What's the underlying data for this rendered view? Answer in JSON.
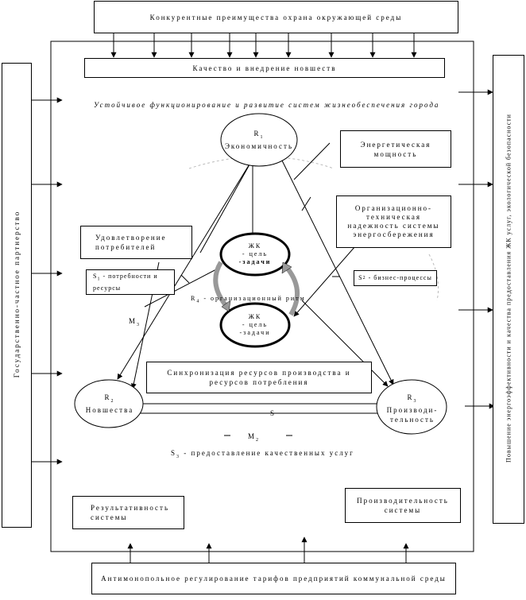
{
  "top_banner": "Конкурентные преимущества охрана окружающей среды",
  "quality_box": "Качество и внедрение новшеств",
  "sustainable_text": "Устойчивое функционирование и развитие систем жизнеобеспечения города",
  "left_side": "Государственно-частное партнерство",
  "right_side": "Повышение энергоэффективности и качества предоставления ЖК услуг, экологической безопасности",
  "bottom_banner": "Антимонопольное регулирование тарифов предприятий коммунальной среды",
  "r1": {
    "label": "R",
    "sub": "1",
    "name": "Экономичность"
  },
  "r2": {
    "label": "R",
    "sub": "2",
    "name": "Новшества"
  },
  "r3": {
    "label": "R",
    "sub": "3",
    "name1": "Производи-",
    "name2": "тельность"
  },
  "energy_box": [
    "Энергетическая",
    "мощность"
  ],
  "org_box": [
    "Организационно-",
    "техническая",
    "надежность системы",
    "энергосбережения"
  ],
  "satisfaction_box": [
    "Удовлетворение",
    "потребителей"
  ],
  "s1_box": {
    "s": "S",
    "sub": "1",
    "text1": "- потребности и",
    "text2": "ресурсы"
  },
  "s2_box": {
    "s": "S",
    "sub": "2",
    "text": "- бизнес-процессы"
  },
  "s3_text": {
    "s": "S",
    "sub": "3",
    "text": " - предоставление качественных услуг"
  },
  "s_label": "S",
  "m1": {
    "m": "M",
    "sub": "3"
  },
  "m2": {
    "m": "M",
    "sub": "2"
  },
  "r4_text": {
    "r": "R",
    "sub": "4",
    "text": " - организационный ритм"
  },
  "zhk1": {
    "title": "ЖК",
    "line1": "- цель",
    "line2": "-задачи"
  },
  "zhk2": {
    "title": "ЖК",
    "line1": "- цель",
    "line2": "-задачи"
  },
  "sync_box": [
    "Синхронизация ресурсов производства и",
    "ресурсов потребления"
  ],
  "result_box": [
    "Результативность",
    "системы"
  ],
  "productivity_box": [
    "Производительность",
    "системы"
  ]
}
